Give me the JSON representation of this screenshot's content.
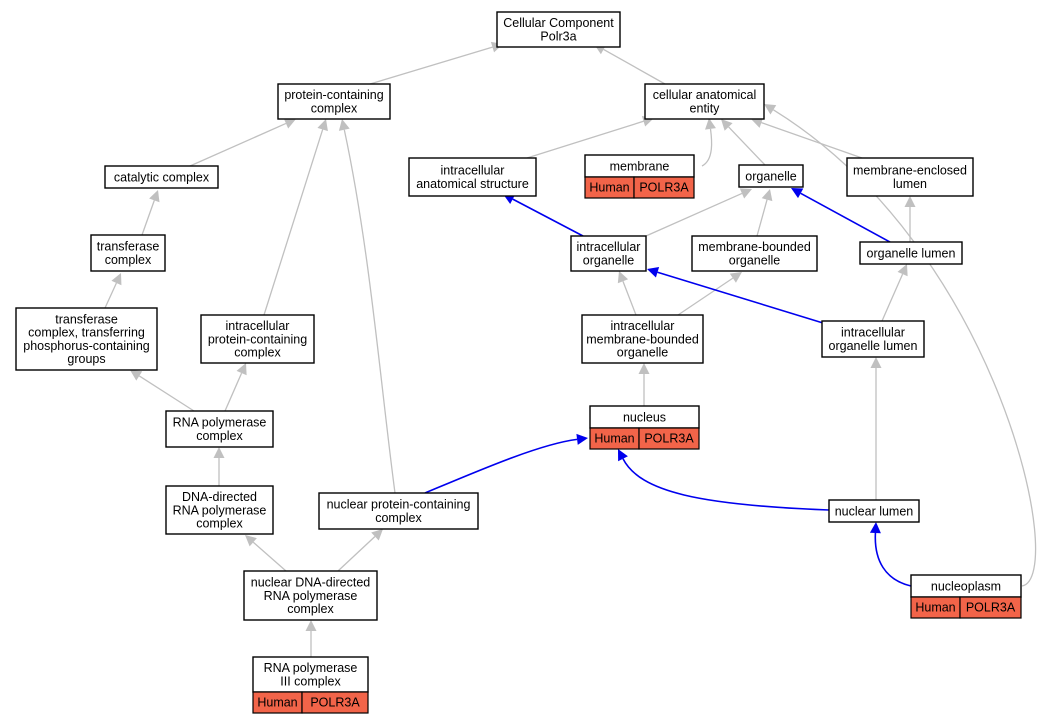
{
  "diagram": {
    "colors": {
      "is_a_edge": "#c0c0c0",
      "part_of_edge": "#0000ee",
      "annotation_fill": "#f26449",
      "node_border": "#000000"
    },
    "nodes": {
      "root": {
        "lines": [
          "Cellular Component",
          "Polr3a"
        ]
      },
      "protein_containing_complex": {
        "lines": [
          "protein-containing",
          "complex"
        ]
      },
      "cellular_anatomical_entity": {
        "lines": [
          "cellular anatomical",
          "entity"
        ]
      },
      "catalytic_complex": {
        "lines": [
          "catalytic complex"
        ]
      },
      "intracellular_anatomical_structure": {
        "lines": [
          "intracellular",
          "anatomical structure"
        ]
      },
      "membrane": {
        "lines": [
          "membrane"
        ],
        "annotation": {
          "species": "Human",
          "gene": "POLR3A"
        }
      },
      "organelle": {
        "lines": [
          "organelle"
        ]
      },
      "membrane_enclosed_lumen": {
        "lines": [
          "membrane-enclosed",
          "lumen"
        ]
      },
      "transferase_complex": {
        "lines": [
          "transferase",
          "complex"
        ]
      },
      "intracellular_organelle": {
        "lines": [
          "intracellular",
          "organelle"
        ]
      },
      "membrane_bounded_organelle": {
        "lines": [
          "membrane-bounded",
          "organelle"
        ]
      },
      "organelle_lumen": {
        "lines": [
          "organelle lumen"
        ]
      },
      "transferase_complex_phosphorus": {
        "lines": [
          "transferase",
          "complex, transferring",
          "phosphorus-containing",
          "groups"
        ]
      },
      "intracellular_protein_containing_complex": {
        "lines": [
          "intracellular",
          "protein-containing",
          "complex"
        ]
      },
      "intracellular_membrane_bounded_organelle": {
        "lines": [
          "intracellular",
          "membrane-bounded",
          "organelle"
        ]
      },
      "intracellular_organelle_lumen": {
        "lines": [
          "intracellular",
          "organelle lumen"
        ]
      },
      "rna_polymerase_complex": {
        "lines": [
          "RNA polymerase",
          "complex"
        ]
      },
      "nucleus": {
        "lines": [
          "nucleus"
        ],
        "annotation": {
          "species": "Human",
          "gene": "POLR3A"
        }
      },
      "dna_directed_rna_polymerase_complex": {
        "lines": [
          "DNA-directed",
          "RNA polymerase",
          "complex"
        ]
      },
      "nuclear_protein_containing_complex": {
        "lines": [
          "nuclear protein-containing",
          "complex"
        ]
      },
      "nuclear_lumen": {
        "lines": [
          "nuclear lumen"
        ]
      },
      "nuclear_dna_directed_rna_polymerase_complex": {
        "lines": [
          "nuclear DNA-directed",
          "RNA polymerase",
          "complex"
        ]
      },
      "nucleoplasm": {
        "lines": [
          "nucleoplasm"
        ],
        "annotation": {
          "species": "Human",
          "gene": "POLR3A"
        }
      },
      "rna_polymerase_iii_complex": {
        "lines": [
          "RNA polymerase",
          "III complex"
        ],
        "annotation": {
          "species": "Human",
          "gene": "POLR3A"
        }
      }
    },
    "edges": [
      {
        "from": "protein_containing_complex",
        "to": "root",
        "type": "is_a"
      },
      {
        "from": "cellular_anatomical_entity",
        "to": "root",
        "type": "is_a"
      },
      {
        "from": "catalytic_complex",
        "to": "protein_containing_complex",
        "type": "is_a"
      },
      {
        "from": "intracellular_protein_containing_complex",
        "to": "protein_containing_complex",
        "type": "is_a"
      },
      {
        "from": "nuclear_protein_containing_complex",
        "to": "protein_containing_complex",
        "type": "is_a"
      },
      {
        "from": "intracellular_anatomical_structure",
        "to": "cellular_anatomical_entity",
        "type": "is_a"
      },
      {
        "from": "membrane",
        "to": "cellular_anatomical_entity",
        "type": "is_a"
      },
      {
        "from": "organelle",
        "to": "cellular_anatomical_entity",
        "type": "is_a"
      },
      {
        "from": "membrane_enclosed_lumen",
        "to": "cellular_anatomical_entity",
        "type": "is_a"
      },
      {
        "from": "nucleoplasm",
        "to": "cellular_anatomical_entity",
        "type": "is_a"
      },
      {
        "from": "transferase_complex",
        "to": "catalytic_complex",
        "type": "is_a"
      },
      {
        "from": "transferase_complex_phosphorus",
        "to": "transferase_complex",
        "type": "is_a"
      },
      {
        "from": "intracellular_organelle",
        "to": "intracellular_anatomical_structure",
        "type": "part_of"
      },
      {
        "from": "intracellular_organelle",
        "to": "organelle",
        "type": "is_a"
      },
      {
        "from": "membrane_bounded_organelle",
        "to": "organelle",
        "type": "is_a"
      },
      {
        "from": "organelle_lumen",
        "to": "organelle",
        "type": "part_of"
      },
      {
        "from": "organelle_lumen",
        "to": "membrane_enclosed_lumen",
        "type": "is_a"
      },
      {
        "from": "intracellular_membrane_bounded_organelle",
        "to": "intracellular_organelle",
        "type": "is_a"
      },
      {
        "from": "intracellular_membrane_bounded_organelle",
        "to": "membrane_bounded_organelle",
        "type": "is_a"
      },
      {
        "from": "intracellular_organelle_lumen",
        "to": "intracellular_organelle",
        "type": "part_of"
      },
      {
        "from": "intracellular_organelle_lumen",
        "to": "organelle_lumen",
        "type": "is_a"
      },
      {
        "from": "rna_polymerase_complex",
        "to": "transferase_complex_phosphorus",
        "type": "is_a"
      },
      {
        "from": "rna_polymerase_complex",
        "to": "intracellular_protein_containing_complex",
        "type": "is_a"
      },
      {
        "from": "nucleus",
        "to": "intracellular_membrane_bounded_organelle",
        "type": "is_a"
      },
      {
        "from": "dna_directed_rna_polymerase_complex",
        "to": "rna_polymerase_complex",
        "type": "is_a"
      },
      {
        "from": "nuclear_protein_containing_complex",
        "to": "nucleus",
        "type": "part_of"
      },
      {
        "from": "nuclear_lumen",
        "to": "nucleus",
        "type": "part_of"
      },
      {
        "from": "nuclear_lumen",
        "to": "intracellular_organelle_lumen",
        "type": "is_a"
      },
      {
        "from": "nuclear_dna_directed_rna_polymerase_complex",
        "to": "dna_directed_rna_polymerase_complex",
        "type": "is_a"
      },
      {
        "from": "nuclear_dna_directed_rna_polymerase_complex",
        "to": "nuclear_protein_containing_complex",
        "type": "is_a"
      },
      {
        "from": "nucleoplasm",
        "to": "nuclear_lumen",
        "type": "part_of"
      },
      {
        "from": "rna_polymerase_iii_complex",
        "to": "nuclear_dna_directed_rna_polymerase_complex",
        "type": "is_a"
      }
    ]
  }
}
